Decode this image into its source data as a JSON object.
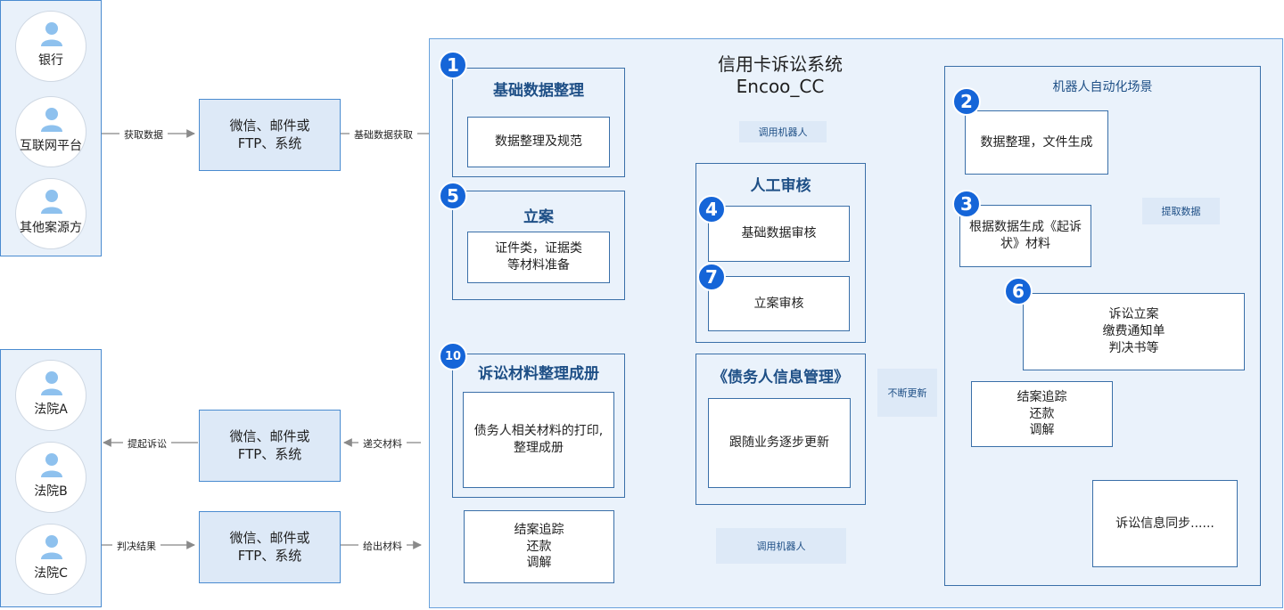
{
  "sources": {
    "top": [
      "银行",
      "互联网平台",
      "其他案源方"
    ],
    "bottom": [
      "法院A",
      "法院B",
      "法院C"
    ]
  },
  "channel_label": "微信、邮件或\nFTP、系统",
  "edges": {
    "get_data": "获取数据",
    "basic_data_get": "基础数据获取",
    "call_robot": "调用机器人",
    "extract_data": "提取数据",
    "continuous_update": "不断更新",
    "file_suit": "提起诉讼",
    "submit_material": "递交材料",
    "verdict": "判决结果",
    "give_material": "给出材料"
  },
  "system": {
    "title": "信用卡诉讼系统",
    "subtitle": "Encoo_CC"
  },
  "modules": {
    "basic_data": {
      "badge": "1",
      "title": "基础数据整理",
      "item": "数据整理及规范"
    },
    "filing": {
      "badge": "5",
      "title": "立案",
      "item": "证件类，证据类\n等材料准备"
    },
    "manual_review": {
      "title": "人工审核"
    },
    "basic_review": {
      "badge": "4",
      "label": "基础数据审核"
    },
    "filing_review": {
      "badge": "7",
      "label": "立案审核"
    },
    "compile": {
      "badge": "10",
      "title": "诉讼材料整理成册",
      "item": "债务人相关材料的打印,\n整理成册"
    },
    "debtor": {
      "title": "《债务人信息管理》",
      "item": "跟随业务逐步更新"
    },
    "closing": {
      "label": "结案追踪\n还款\n调解"
    }
  },
  "robot": {
    "title": "机器人自动化场景",
    "data_file": {
      "badge": "2",
      "label": "数据整理，文件生成"
    },
    "complaint": {
      "badge": "3",
      "label": "根据数据生成《起诉\n状》材料"
    },
    "litigation": {
      "badge": "6",
      "label": "诉讼立案\n缴费通知单\n判决书等"
    },
    "closing": {
      "label": "结案追踪\n还款\n调解"
    },
    "sync": {
      "label": "诉讼信息同步......"
    }
  },
  "colors": {
    "accent": "#1565d8",
    "border": "#4a8bd0",
    "panel_fill": "#e9f1fa",
    "arrow": "#8a8a8a"
  }
}
